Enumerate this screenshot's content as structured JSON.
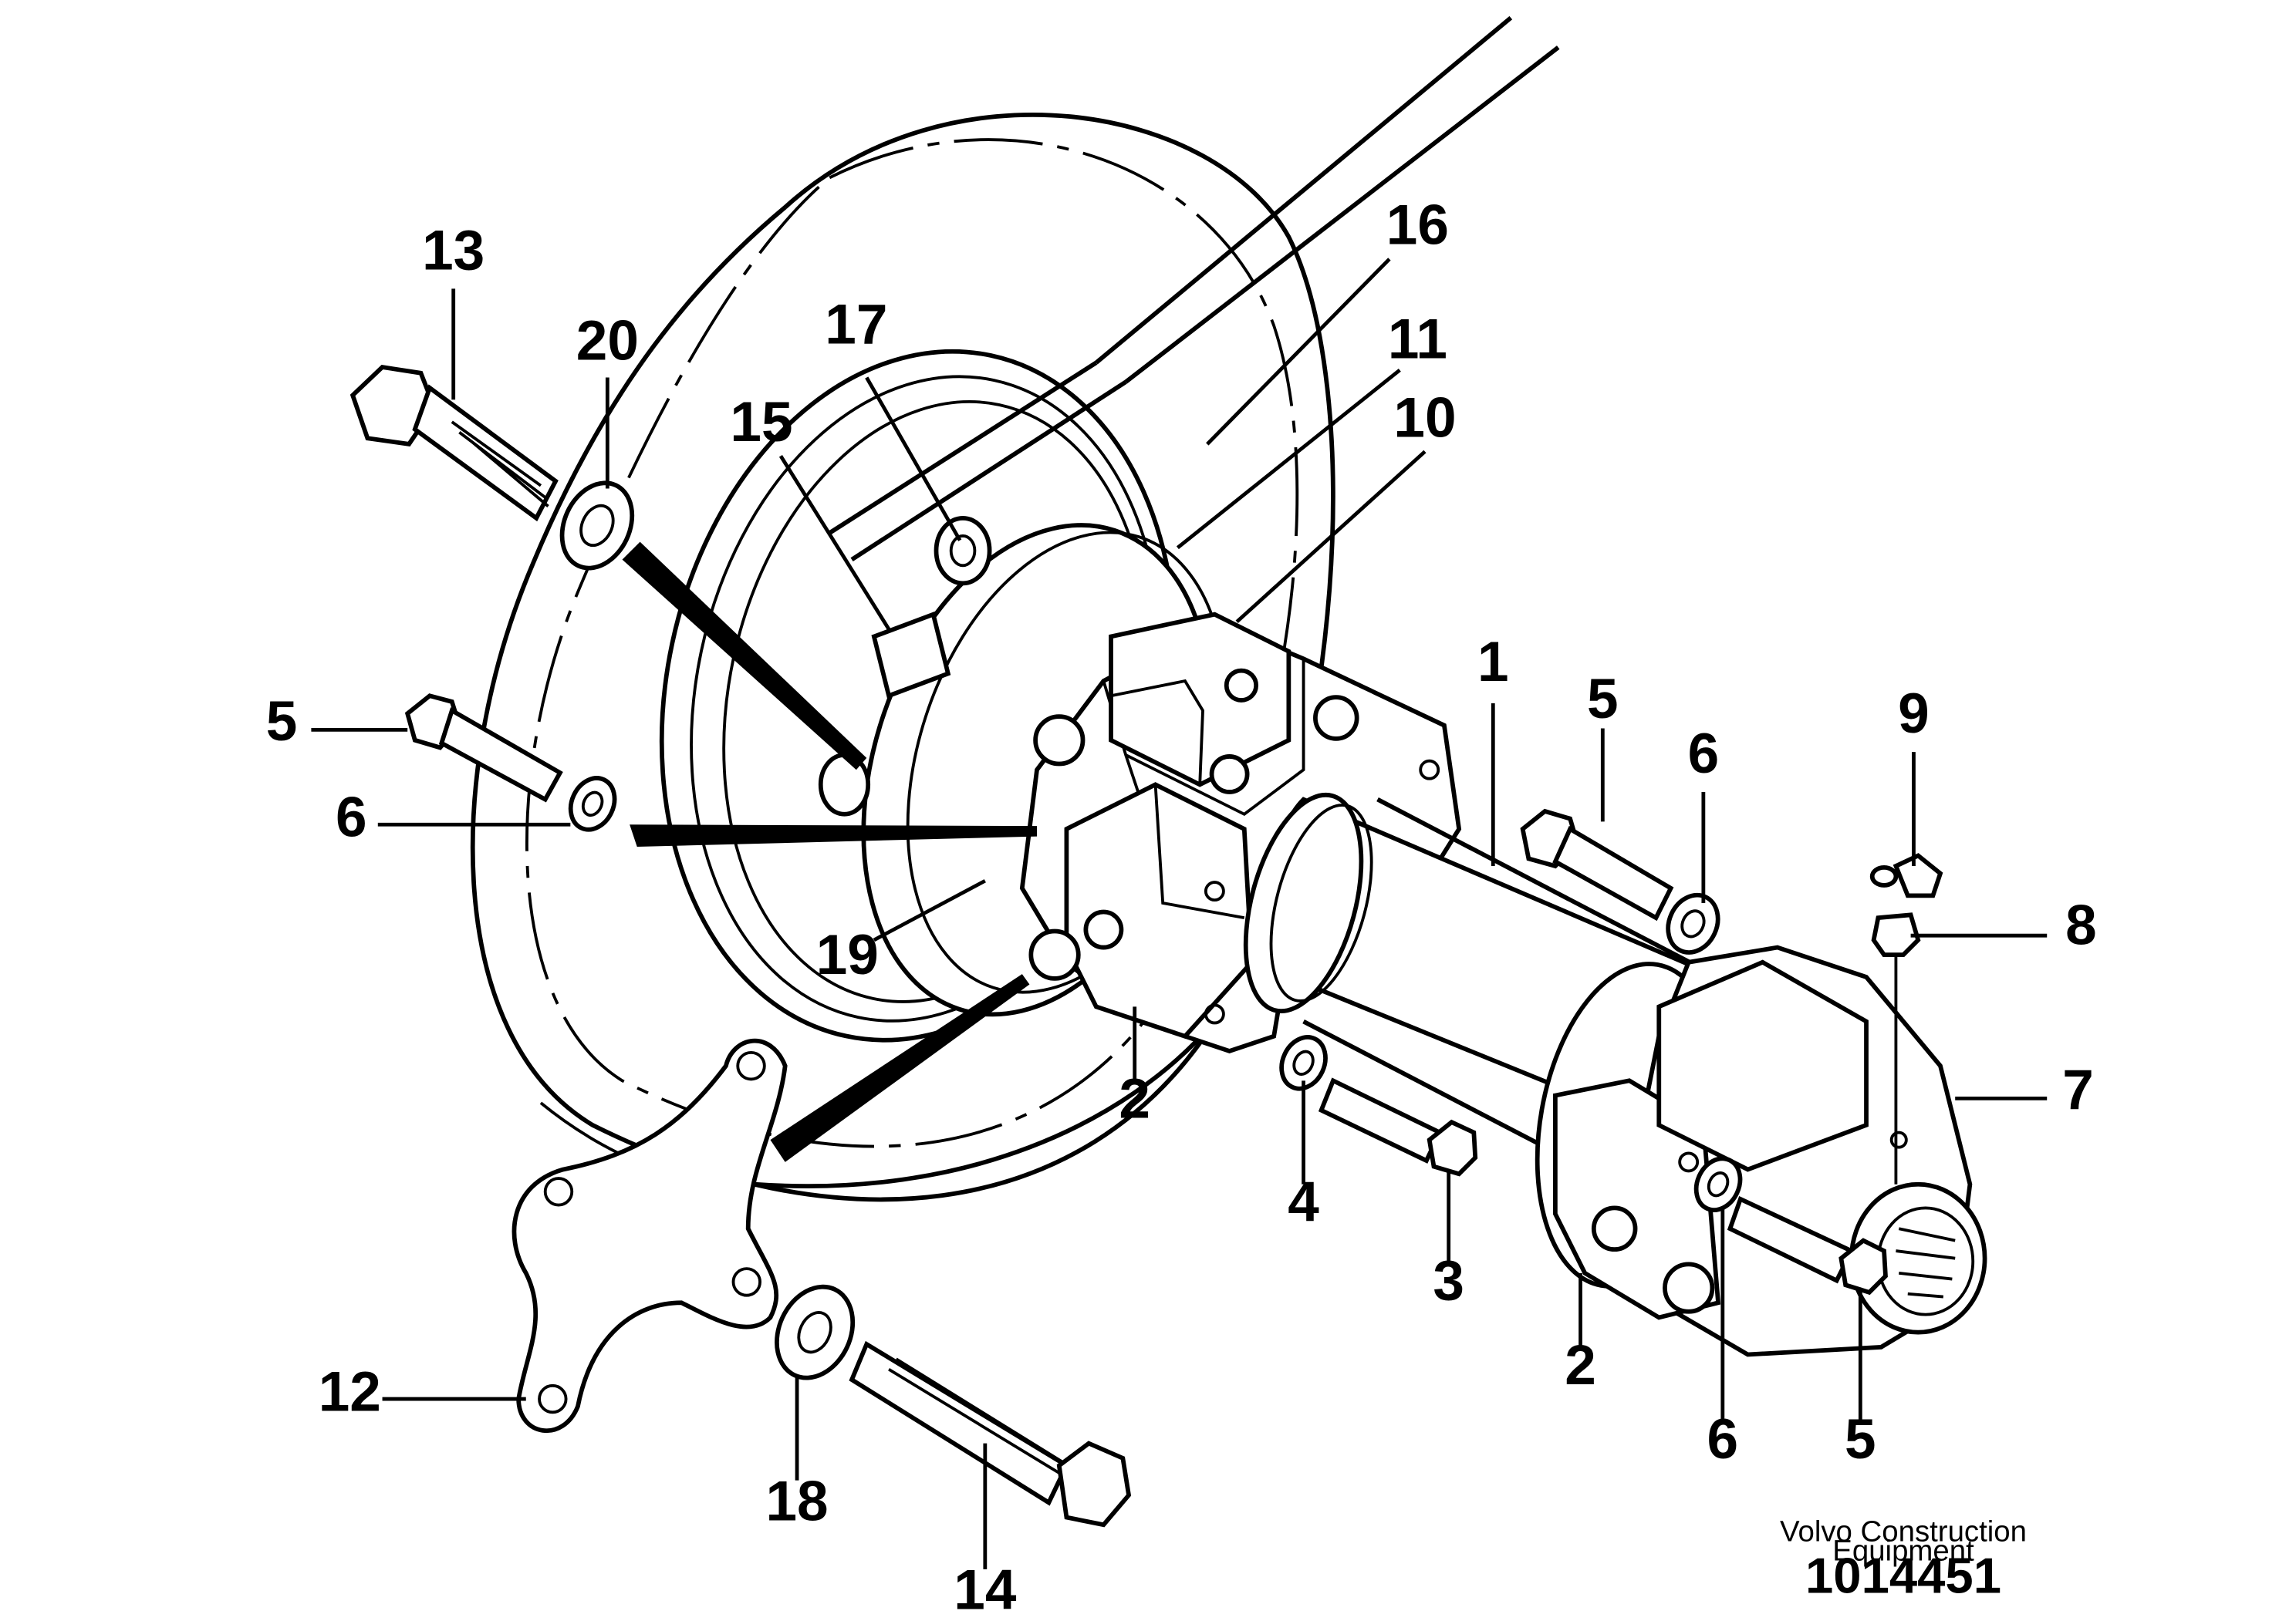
{
  "callouts": {
    "c1": "1",
    "c2a": "2",
    "c2b": "2",
    "c3": "3",
    "c4": "4",
    "c5a": "5",
    "c5b": "5",
    "c5c": "5",
    "c6a": "6",
    "c6b": "6",
    "c6c": "6",
    "c7": "7",
    "c8": "8",
    "c9": "9",
    "c10": "10",
    "c11": "11",
    "c12": "12",
    "c13": "13",
    "c14": "14",
    "c15": "15",
    "c16": "16",
    "c17": "17",
    "c18": "18",
    "c19": "19",
    "c20": "20"
  },
  "footer": {
    "company_line1": "Volvo Construction",
    "company_line2": "Equipment",
    "document_number": "1014451"
  }
}
